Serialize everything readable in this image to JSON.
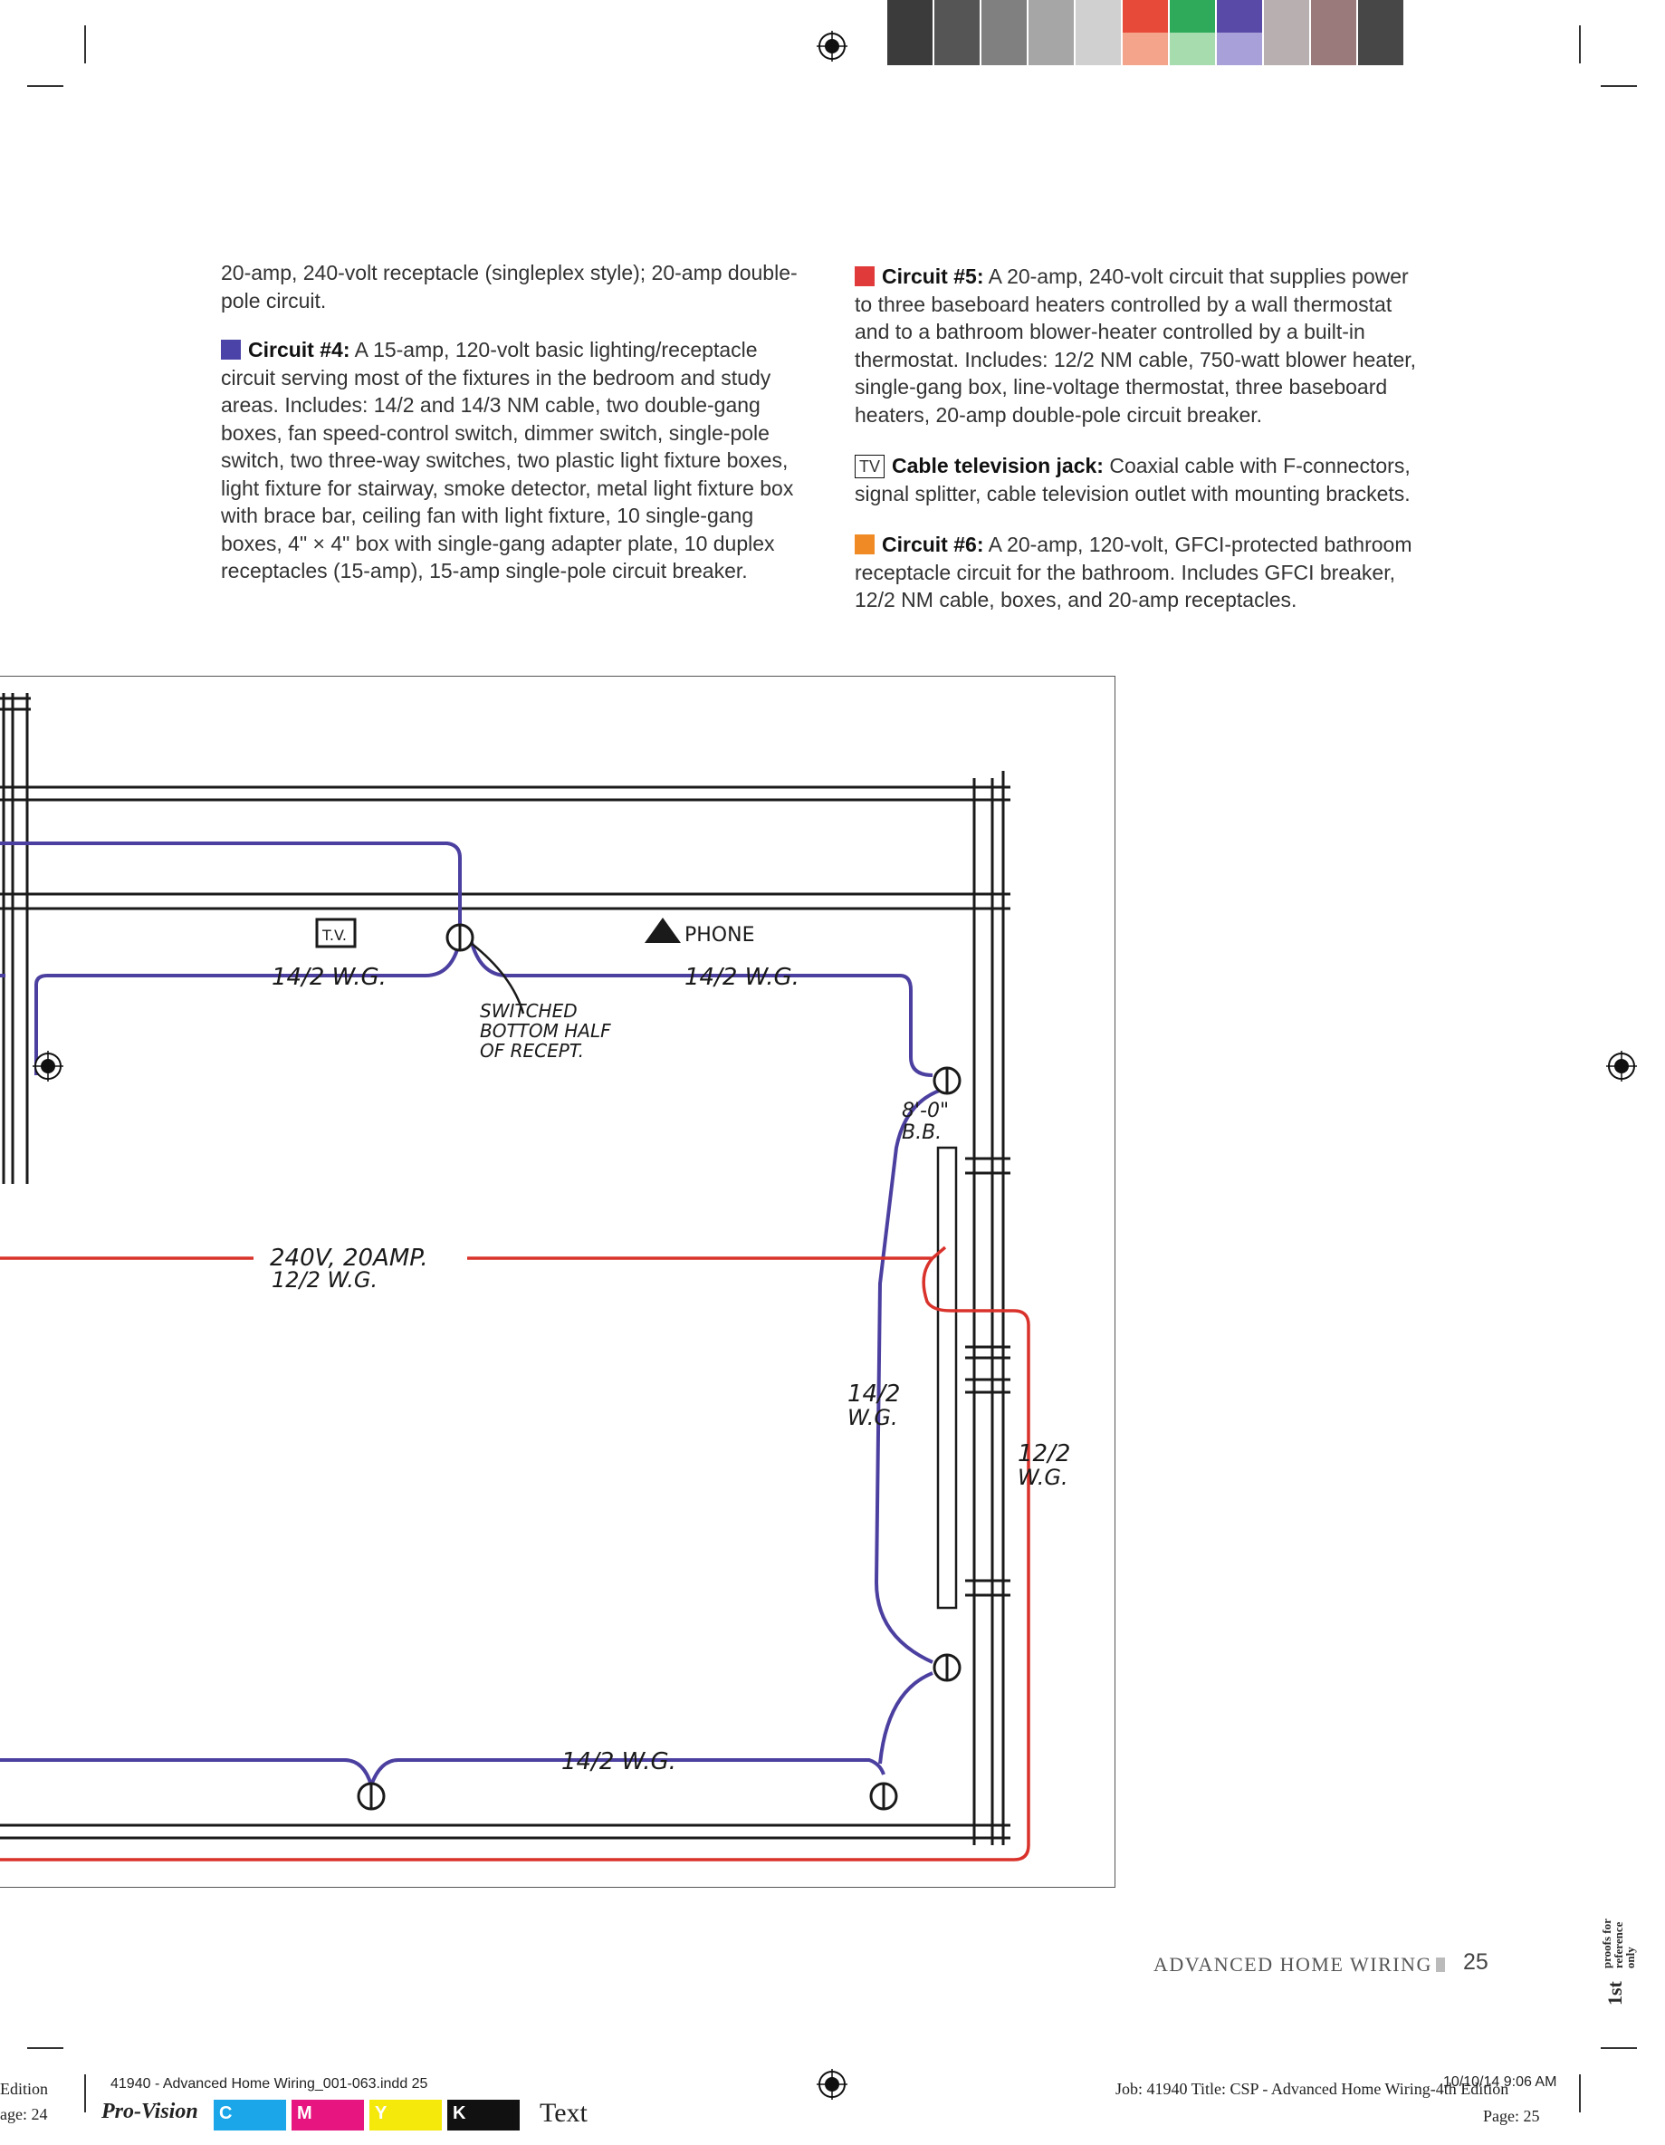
{
  "colors": {
    "circuit4": "#4b43a8",
    "circuit5": "#e03a3a",
    "circuit6": "#f08a24",
    "wire_blue": "#4b3fa0",
    "wire_red": "#d9322b",
    "ink": "#1a1a1a",
    "color_bar_top": [
      "#3b3b3b",
      "#555555",
      "#808080",
      "#a6a6a6",
      "#d0d0d0",
      "#e84a3a",
      "#2eaa5a",
      "#5a4aa8",
      "#b8b0b0",
      "#9a7a7a",
      "#474747"
    ],
    "color_bar_bottom": [
      "#3b3b3b",
      "#555555",
      "#808080",
      "#a6a6a6",
      "#d0d0d0",
      "#f3a48a",
      "#a6dcae",
      "#a8a0d8",
      "#b8b0b0",
      "#9a7a7a",
      "#474747"
    ]
  },
  "left_column": {
    "continuation": "20-amp, 240-volt receptacle (singleplex style); 20-amp double-pole circuit.",
    "circuit4_label": "Circuit #4:",
    "circuit4_text": " A 15-amp, 120-volt basic lighting/receptacle circuit serving most of the fixtures in the bedroom and study areas. Includes: 14/2 and 14/3 NM cable, two double-gang boxes, fan speed-control switch, dimmer switch, single-pole switch, two three-way switches, two plastic light fixture boxes, light fixture for stairway, smoke detector, metal light fixture box with brace bar, ceiling fan with light fixture, 10 single-gang boxes, 4\" × 4\" box with single-gang adapter plate, 10 duplex receptacles (15-amp), 15-amp single-pole circuit breaker."
  },
  "right_column": {
    "circuit5_label": "Circuit #5:",
    "circuit5_text": " A 20-amp, 240-volt circuit that supplies power to three baseboard heaters controlled by a wall thermostat and to a bathroom blower-heater controlled by a built-in thermostat. Includes: 12/2 NM cable, 750-watt blower heater, single-gang box, line-voltage thermostat, three baseboard heaters, 20-amp double-pole circuit breaker.",
    "tv_icon": "TV",
    "cable_label": "Cable television jack:",
    "cable_text": " Coaxial cable with F-connectors, signal splitter, cable television outlet with mounting brackets.",
    "circuit6_label": "Circuit #6:",
    "circuit6_text": " A 20-amp, 120-volt, GFCI-protected bathroom receptacle circuit for the bathroom. Includes GFCI breaker, 12/2 NM cable, boxes, and 20-amp receptacles."
  },
  "diagram": {
    "tv_symbol": "T.V.",
    "phone_label": "PHONE",
    "wire_top_left": "14/2 W.G.",
    "wire_top_right": "14/2 W.G.",
    "switched_1": "SWITCHED",
    "switched_2": "BOTTOM HALF",
    "switched_3": "OF RECEPT.",
    "bb_1": "8'-0\"",
    "bb_2": "B.B.",
    "red_1": "240V, 20AMP.",
    "red_2": "12/2 W.G.",
    "vert_blue_1": "14/2",
    "vert_blue_2": "W.G.",
    "vert_red_1": "12/2",
    "vert_red_2": "W.G.",
    "wire_bottom": "14/2 W.G."
  },
  "footer": {
    "running_title": "ADVANCED HOME WIRING",
    "page_number": "25",
    "proofs_1st": "1st",
    "proofs_text_1": "proofs for",
    "proofs_text_2": "reference",
    "proofs_text_3": "only"
  },
  "slug": {
    "left_edition": "Edition",
    "left_page": "age: 24",
    "file_line": "41940 - Advanced Home Wiring_001-063.indd   25",
    "pro_vision": "Pro-Vision",
    "c": "C",
    "m": "M",
    "y": "Y",
    "k": "K",
    "text_label": "Text",
    "job_line": "Job: 41940 Title: CSP - Advanced Home Wiring-4th Edition",
    "date": "10/10/14   9:06 AM",
    "page_right": "Page: 25"
  }
}
